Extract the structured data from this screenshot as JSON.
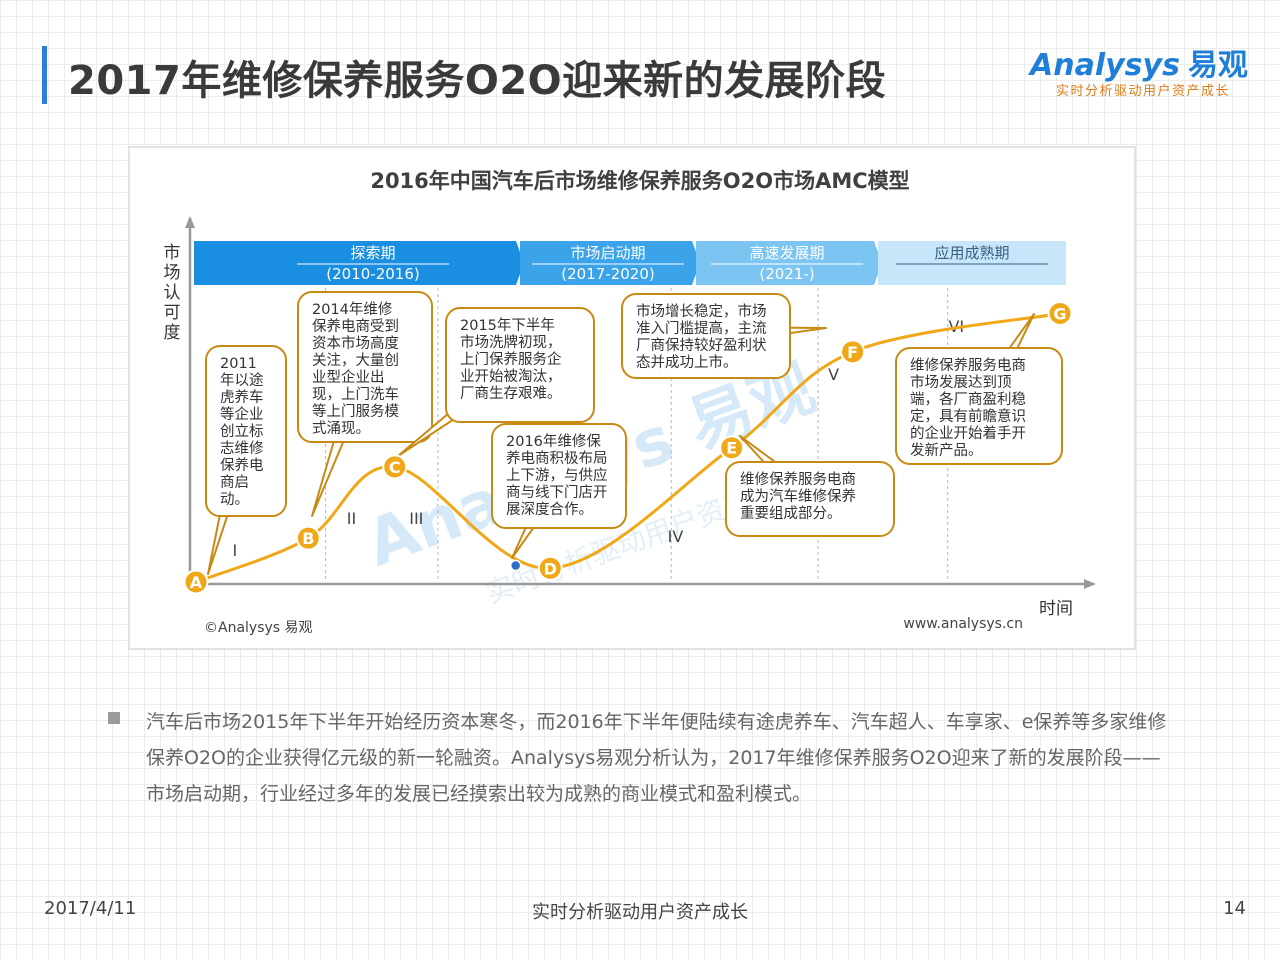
{
  "page": {
    "title": "2017年维修保养服务O2O迎来新的发展阶段",
    "logo_name": "Analysys",
    "logo_cn": "易观",
    "logo_slogan": "实时分析驱动用户资产成长",
    "footer_date": "2017/4/11",
    "footer_slogan": "实时分析驱动用户资产成长",
    "page_number": "14",
    "bullet": "汽车后市场2015年下半年开始经历资本寒冬，而2016年下半年便陆续有途虎养车、汽车超人、车享家、e保养等多家维修保养O2O的企业获得亿元级的新一轮融资。Analysys易观分析认为，2017年维修保养服务O2O迎来了新的发展阶段——市场启动期，行业经过多年的发展已经摸索出较为成熟的商业模式和盈利模式。"
  },
  "chart_data": {
    "type": "line",
    "title": "2016年中国汽车后市场维修保养服务O2O市场AMC模型",
    "ylabel": "市场认可度",
    "xlabel": "时间",
    "source": "©Analysys 易观",
    "website": "www.analysys.cn",
    "watermark": "Analysys 易观 实时分析驱动用户资产成长",
    "phases": [
      {
        "name": "探索期",
        "years": "(2010-2016)",
        "color": "#1a8ee0"
      },
      {
        "name": "市场启动期",
        "years": "(2017-2020)",
        "color": "#3aa3ea"
      },
      {
        "name": "高速发展期",
        "years": "(2021-)",
        "color": "#7cc5f3"
      },
      {
        "name": "应用成熟期",
        "years": "",
        "color": "#c7e6fa"
      }
    ],
    "stages": [
      "I",
      "II",
      "III",
      "IV",
      "V",
      "VI"
    ],
    "points": [
      {
        "label": "A",
        "x": 0.0,
        "y": 0.0
      },
      {
        "label": "B",
        "x": 0.13,
        "y": 0.16
      },
      {
        "label": "C",
        "x": 0.23,
        "y": 0.42
      },
      {
        "label": "D",
        "x": 0.41,
        "y": 0.05
      },
      {
        "label": "E",
        "x": 0.62,
        "y": 0.49
      },
      {
        "label": "F",
        "x": 0.76,
        "y": 0.84
      },
      {
        "label": "G",
        "x": 1.0,
        "y": 0.98
      }
    ],
    "current_position": {
      "x": 0.37,
      "y": 0.06
    },
    "xlim": [
      0,
      1
    ],
    "ylim": [
      0,
      1
    ],
    "grid": false,
    "colors": {
      "curve": "#f0a818",
      "callout_border": "#c88a14",
      "axis": "#999999",
      "marker": "#f0a818",
      "current_dot": "#2f6fc6"
    },
    "callouts": [
      {
        "point": "A",
        "lines": [
          "2011",
          "年以途",
          "虎养车",
          "等企业",
          "创立标",
          "志维修",
          "保养电",
          "商启",
          "动。"
        ]
      },
      {
        "point": "B",
        "lines": [
          "2014年维修",
          "保养电商受到",
          "资本市场高度",
          "关注，大量创",
          "业型企业出",
          "现，上门洗车",
          "等上门服务模",
          "式涌现。"
        ]
      },
      {
        "point": "C",
        "lines": [
          "2015年下半年",
          "市场洗牌初现，",
          "上门保养服务企",
          "业开始被淘汰，",
          "厂商生存艰难。"
        ]
      },
      {
        "point": "D",
        "lines": [
          "2016年维修保",
          "养电商积极布局",
          "上下游，与供应",
          "商与线下门店开",
          "展深度合作。"
        ]
      },
      {
        "point": "E",
        "lines": [
          "维修保养服务电商",
          "成为汽车维修保养",
          "重要组成部分。"
        ]
      },
      {
        "point": "F",
        "lines": [
          "市场增长稳定，市场",
          "准入门槛提高，主流",
          "厂商保持较好盈利状",
          "态并成功上市。"
        ]
      },
      {
        "point": "G",
        "lines": [
          "维修保养服务电商",
          "市场发展达到顶",
          "端，各厂商盈利稳",
          "定，具有前瞻意识",
          "的企业开始着手开",
          "发新产品。"
        ]
      }
    ]
  }
}
